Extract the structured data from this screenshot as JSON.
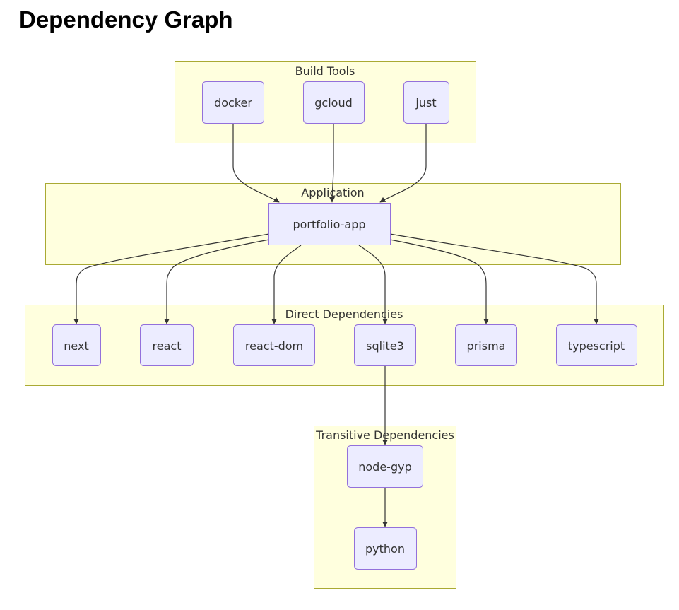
{
  "page": {
    "title": "Dependency Graph"
  },
  "colors": {
    "cluster_fill": "#ffffde",
    "cluster_stroke": "#aaaa33",
    "node_fill": "#ececff",
    "node_stroke": "#9370db",
    "text": "#333333",
    "edge": "#333333"
  },
  "clusters": {
    "build_tools": "Build Tools",
    "application": "Application",
    "direct_dependencies": "Direct Dependencies",
    "transitive_dependencies": "Transitive Dependencies"
  },
  "nodes": {
    "docker": "docker",
    "gcloud": "gcloud",
    "just": "just",
    "portfolio_app": "portfolio-app",
    "next": "next",
    "react": "react",
    "react_dom": "react-dom",
    "sqlite3": "sqlite3",
    "prisma": "prisma",
    "typescript": "typescript",
    "node_gyp": "node-gyp",
    "python": "python"
  },
  "edges": [
    {
      "from": "docker",
      "to": "portfolio-app"
    },
    {
      "from": "gcloud",
      "to": "portfolio-app"
    },
    {
      "from": "just",
      "to": "portfolio-app"
    },
    {
      "from": "portfolio-app",
      "to": "next"
    },
    {
      "from": "portfolio-app",
      "to": "react"
    },
    {
      "from": "portfolio-app",
      "to": "react-dom"
    },
    {
      "from": "portfolio-app",
      "to": "sqlite3"
    },
    {
      "from": "portfolio-app",
      "to": "prisma"
    },
    {
      "from": "portfolio-app",
      "to": "typescript"
    },
    {
      "from": "sqlite3",
      "to": "node-gyp"
    },
    {
      "from": "node-gyp",
      "to": "python"
    }
  ]
}
